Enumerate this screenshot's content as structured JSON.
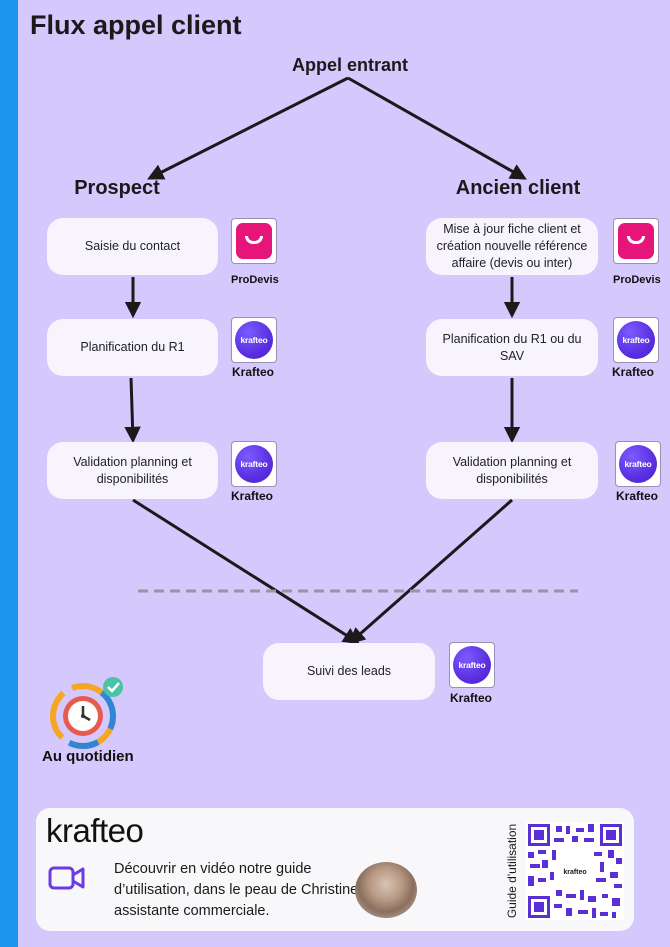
{
  "title": "Flux appel client",
  "start": "Appel entrant",
  "branches": {
    "prospect": {
      "label": "Prospect",
      "steps": [
        {
          "text": "Saisie du contact",
          "tool": "ProDevis"
        },
        {
          "text": "Planification du R1",
          "tool": "Krafteo"
        },
        {
          "text": "Validation planning et disponibilités",
          "tool": "Krafteo"
        }
      ]
    },
    "ancien": {
      "label": "Ancien client",
      "steps": [
        {
          "text": "Mise à jour fiche client et création nouvelle référence affaire (devis ou inter)",
          "tool": "ProDevis"
        },
        {
          "text": "Planification du R1 ou du SAV",
          "tool": "Krafteo"
        },
        {
          "text": "Validation planning et disponibilités",
          "tool": "Krafteo"
        }
      ]
    }
  },
  "final": {
    "text": "Suivi des leads",
    "tool": "Krafteo"
  },
  "logo_text": "krafteo",
  "daily": {
    "label": "Au quotidien"
  },
  "footer": {
    "brand": "krafteo",
    "text": "Découvrir en vidéo notre guide d’utilisation, dans le peau de Christine, assistante commerciale.",
    "qr_label": "Guide d'utilisation",
    "qr_center": "krafteo"
  },
  "colors": {
    "background": "#d4c8fc",
    "side_bar": "#1a96ee",
    "prodevis": "#e6157a",
    "krafteo": "#5a2fe0",
    "video_icon": "#6a3be6"
  },
  "icons": [
    "prodevis-logo-icon",
    "krafteo-logo-icon",
    "clock-cycle-icon",
    "checkmark-icon",
    "video-camera-icon",
    "qr-code-icon"
  ]
}
